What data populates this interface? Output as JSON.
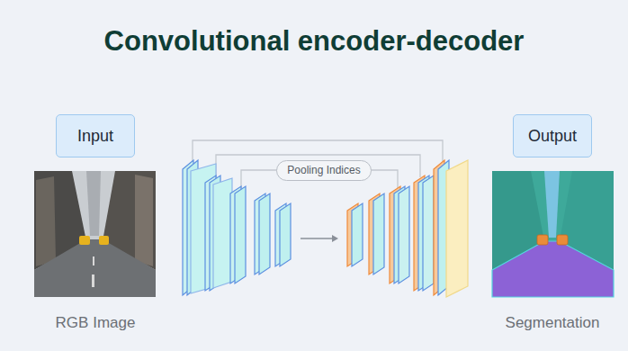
{
  "diagram": {
    "title": "Convolutional encoder-decoder",
    "nodes": [
      {
        "text": [
          "Input"
        ]
      },
      {
        "text": [
          "Pooling Indices"
        ]
      },
      {
        "text": [
          "Output"
        ]
      }
    ],
    "labels": [
      "RGB Image",
      "Segmentation"
    ]
  }
}
